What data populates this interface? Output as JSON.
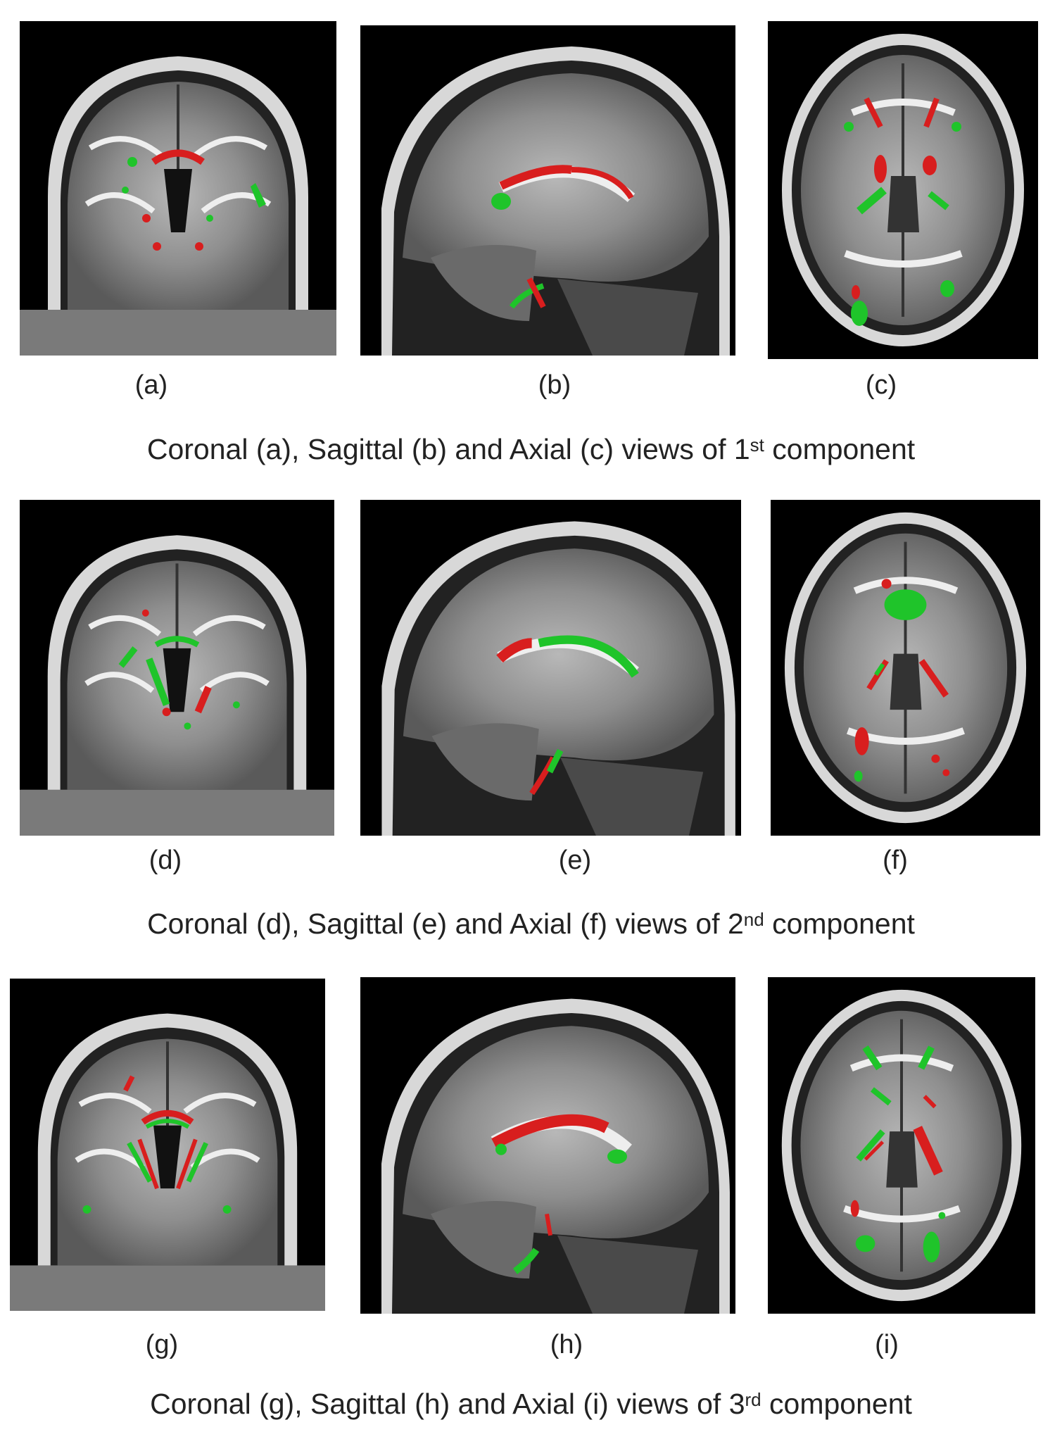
{
  "rows": [
    {
      "labels": [
        "(a)",
        "(b)",
        "(c)"
      ],
      "caption": {
        "pre": "Coronal (a), Sagittal (b) and Axial (c) views of 1",
        "sup": "st",
        "post": " component"
      }
    },
    {
      "labels": [
        "(d)",
        "(e)",
        "(f)"
      ],
      "caption": {
        "pre": "Coronal (d), Sagittal (e) and Axial (f) views of 2",
        "sup": "nd",
        "post": " component"
      }
    },
    {
      "labels": [
        "(g)",
        "(h)",
        "(i)"
      ],
      "caption": {
        "pre": "Coronal (g), Sagittal (h) and Axial (i) views of 3",
        "sup": "rd",
        "post": " component"
      }
    }
  ],
  "colors": {
    "overlay_red": "#d81e1e",
    "overlay_green": "#1fc42a",
    "background": "#000000"
  }
}
